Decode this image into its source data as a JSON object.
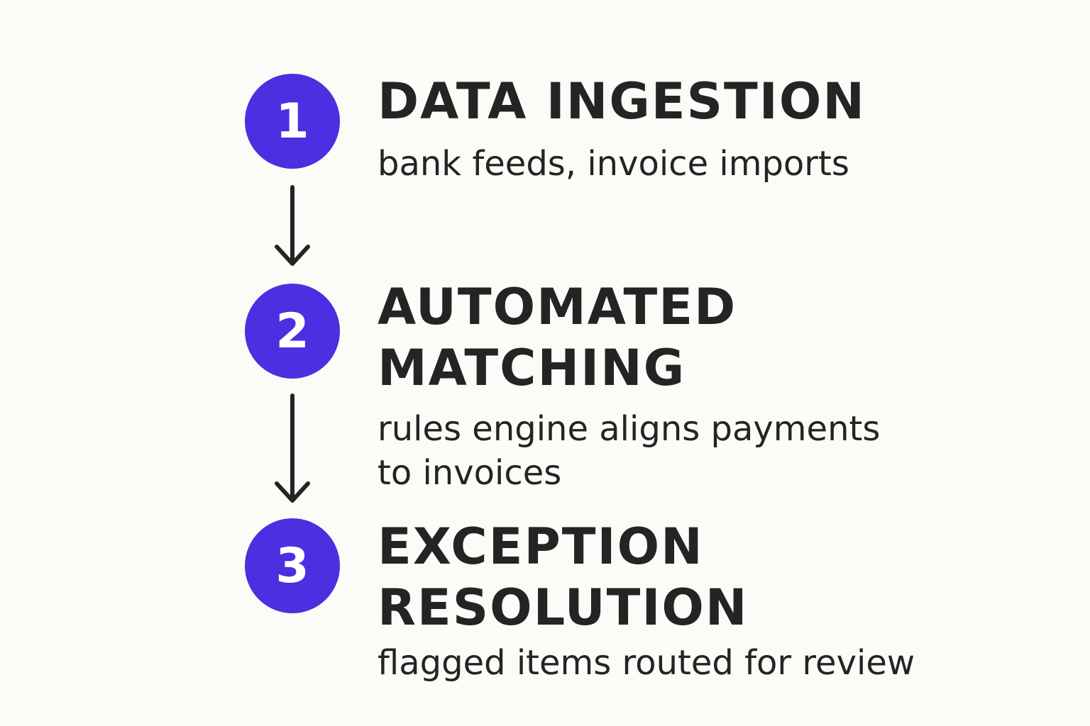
{
  "steps": [
    {
      "number": "1",
      "title_lines": [
        "DATA INGESTION"
      ],
      "description_lines": [
        "bank feeds, invoice imports"
      ]
    },
    {
      "number": "2",
      "title_lines": [
        "AUTOMATED",
        "MATCHING"
      ],
      "description_lines": [
        "rules engine aligns payments",
        "to invoices"
      ]
    },
    {
      "number": "3",
      "title_lines": [
        "EXCEPTION",
        "RESOLUTION"
      ],
      "description_lines": [
        "flagged items routed for review"
      ]
    }
  ],
  "colors": {
    "badge": "#4b2fe0",
    "text": "#242424",
    "background": "#fcfbf7"
  }
}
